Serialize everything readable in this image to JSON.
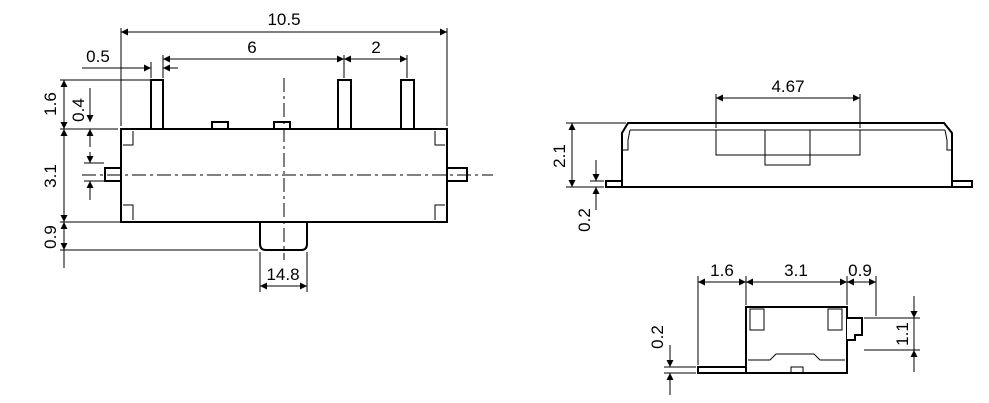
{
  "front_view": {
    "overall_width": "10.5",
    "pin_width": "0.5",
    "pin_span": "6",
    "pin_pitch": "2",
    "pin_height": "1.6",
    "actuator_step": "0.4",
    "body_height": "3.1",
    "knob_height": "0.9",
    "knob_width": "14.8"
  },
  "side_view": {
    "knob_span": "4.67",
    "body_height": "2.1",
    "tab_thickness": "0.2"
  },
  "end_view": {
    "left_tab": "1.6",
    "body_width": "3.1",
    "right_knob": "0.9",
    "knob_height": "1.1",
    "tab_thickness": "0.2"
  }
}
